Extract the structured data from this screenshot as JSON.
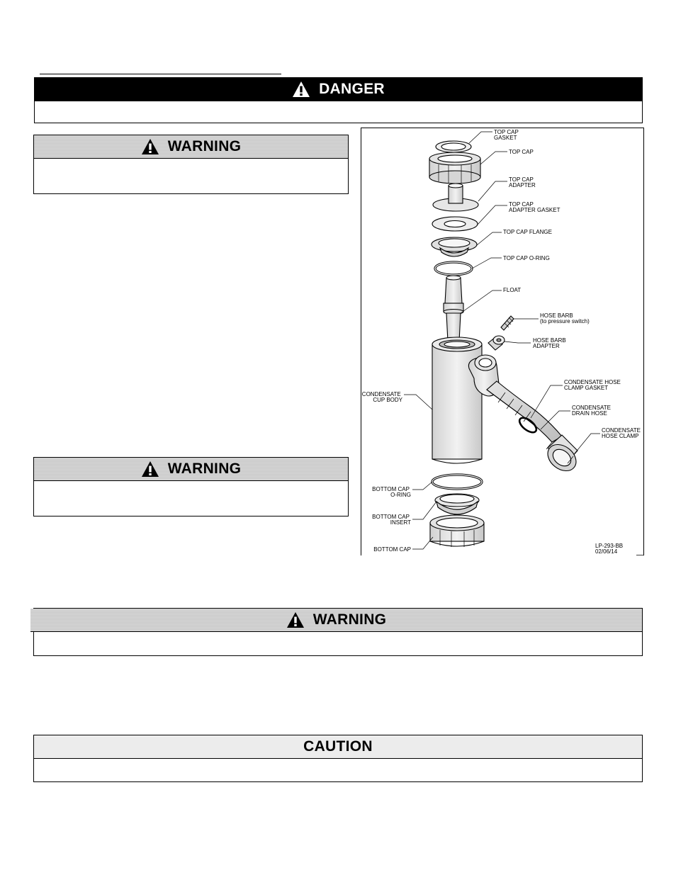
{
  "danger": {
    "title": "DANGER"
  },
  "warnings": [
    {
      "title": "WARNING"
    },
    {
      "title": "WARNING"
    },
    {
      "title": "WARNING"
    }
  ],
  "caution": {
    "title": "CAUTION"
  },
  "diagram": {
    "labels": {
      "top_cap_gasket": [
        "TOP CAP",
        "GASKET"
      ],
      "top_cap": [
        "TOP CAP"
      ],
      "top_cap_adapter": [
        "TOP CAP",
        "ADAPTER"
      ],
      "top_cap_adapter_gasket": [
        "TOP CAP",
        "ADAPTER GASKET"
      ],
      "top_cap_flange": [
        "TOP CAP FLANGE"
      ],
      "top_cap_o_ring": [
        "TOP CAP O-RING"
      ],
      "float": [
        "FLOAT"
      ],
      "hose_barb": [
        "HOSE BARB",
        "(to pressure switch)"
      ],
      "hose_barb_adapter": [
        "HOSE BARB",
        "ADAPTER"
      ],
      "condensate_hose_clamp_gasket": [
        "CONDENSATE HOSE",
        "CLAMP GASKET"
      ],
      "condensate_drain_hose": [
        "CONDENSATE",
        "DRAIN HOSE"
      ],
      "condensate_hose_clamp": [
        "CONDENSATE",
        "HOSE CLAMP"
      ],
      "condensate_cup_body": [
        "CONDENSATE",
        "CUP BODY"
      ],
      "bottom_cap_o_ring": [
        "BOTTOM CAP",
        "O-RING"
      ],
      "bottom_cap_insert": [
        "BOTTOM CAP",
        "INSERT"
      ],
      "bottom_cap": [
        "BOTTOM CAP"
      ]
    },
    "drawing_id": [
      "LP-293-BB",
      "02/06/14"
    ]
  }
}
